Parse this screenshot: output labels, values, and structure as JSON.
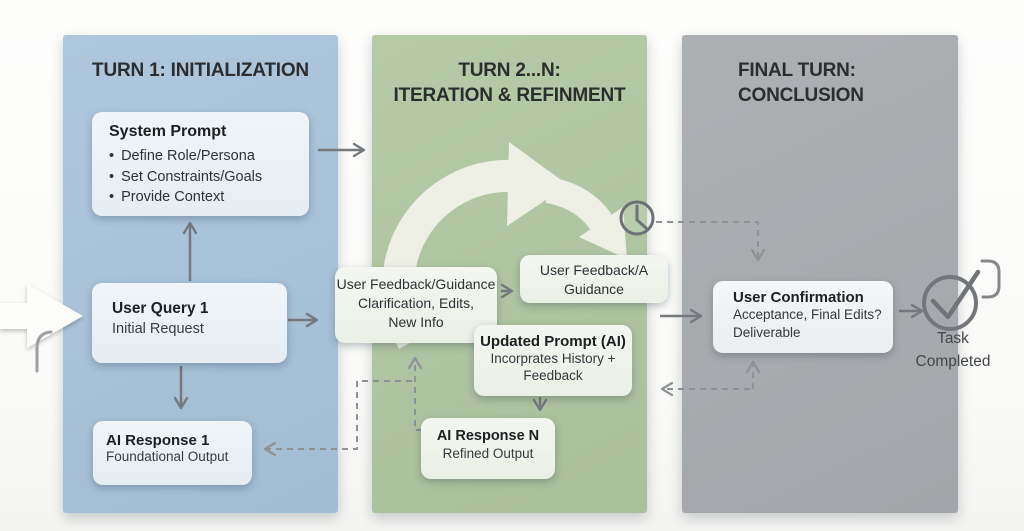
{
  "panel1": {
    "title": "TURN 1: INITIALIZATION",
    "system_prompt": {
      "title": "System Prompt",
      "bullets": [
        "Define Role/Persona",
        "Set Constraints/Goals",
        "Provide Context"
      ]
    },
    "user_query": {
      "title": "User Query 1",
      "subtitle": "Initial Request"
    },
    "ai_response": {
      "title": "AI Response 1",
      "subtitle": "Foundational Output"
    }
  },
  "panel2": {
    "title_line1": "TURN 2...N:",
    "title_line2": "ITERATION & REFINMENT",
    "feedback_left": {
      "line1": "User Feedback/Guidance",
      "line2": "Clarification, Edits,",
      "line3": "New Info"
    },
    "feedback_right": {
      "line1": "User Feedback/A",
      "line2": "Guidance"
    },
    "updated_prompt": {
      "title": "Updated Prompt (AI)",
      "line2": "Incorprates History +",
      "line3": "Feedback"
    },
    "ai_response": {
      "title": "AI Response N",
      "subtitle": "Refined Output"
    }
  },
  "panel3": {
    "title_line1": "FINAL TURN:",
    "title_line2": "CONCLUSION",
    "user_confirmation": {
      "title": "User Confirmation",
      "line2": "Acceptance, Final Edits?",
      "line3": "Deliverable"
    },
    "task_status": {
      "line1": "Task",
      "line2": "Completed"
    }
  },
  "icons": {
    "cycle": "iteration-cycle-arrow",
    "clock": "clock-icon",
    "check": "task-completed-check-icon"
  },
  "colors": {
    "panel1_bg": "#a6c0d7",
    "panel2_bg": "#b0c5a2",
    "panel3_bg": "#a7abae",
    "card_bg": "#f1f4f2",
    "solid_arrow": "#75797d",
    "dashed_arrow": "#8d9296",
    "header_text": "#2b2d2e",
    "cycle_arrow": "#f2f3ea"
  }
}
